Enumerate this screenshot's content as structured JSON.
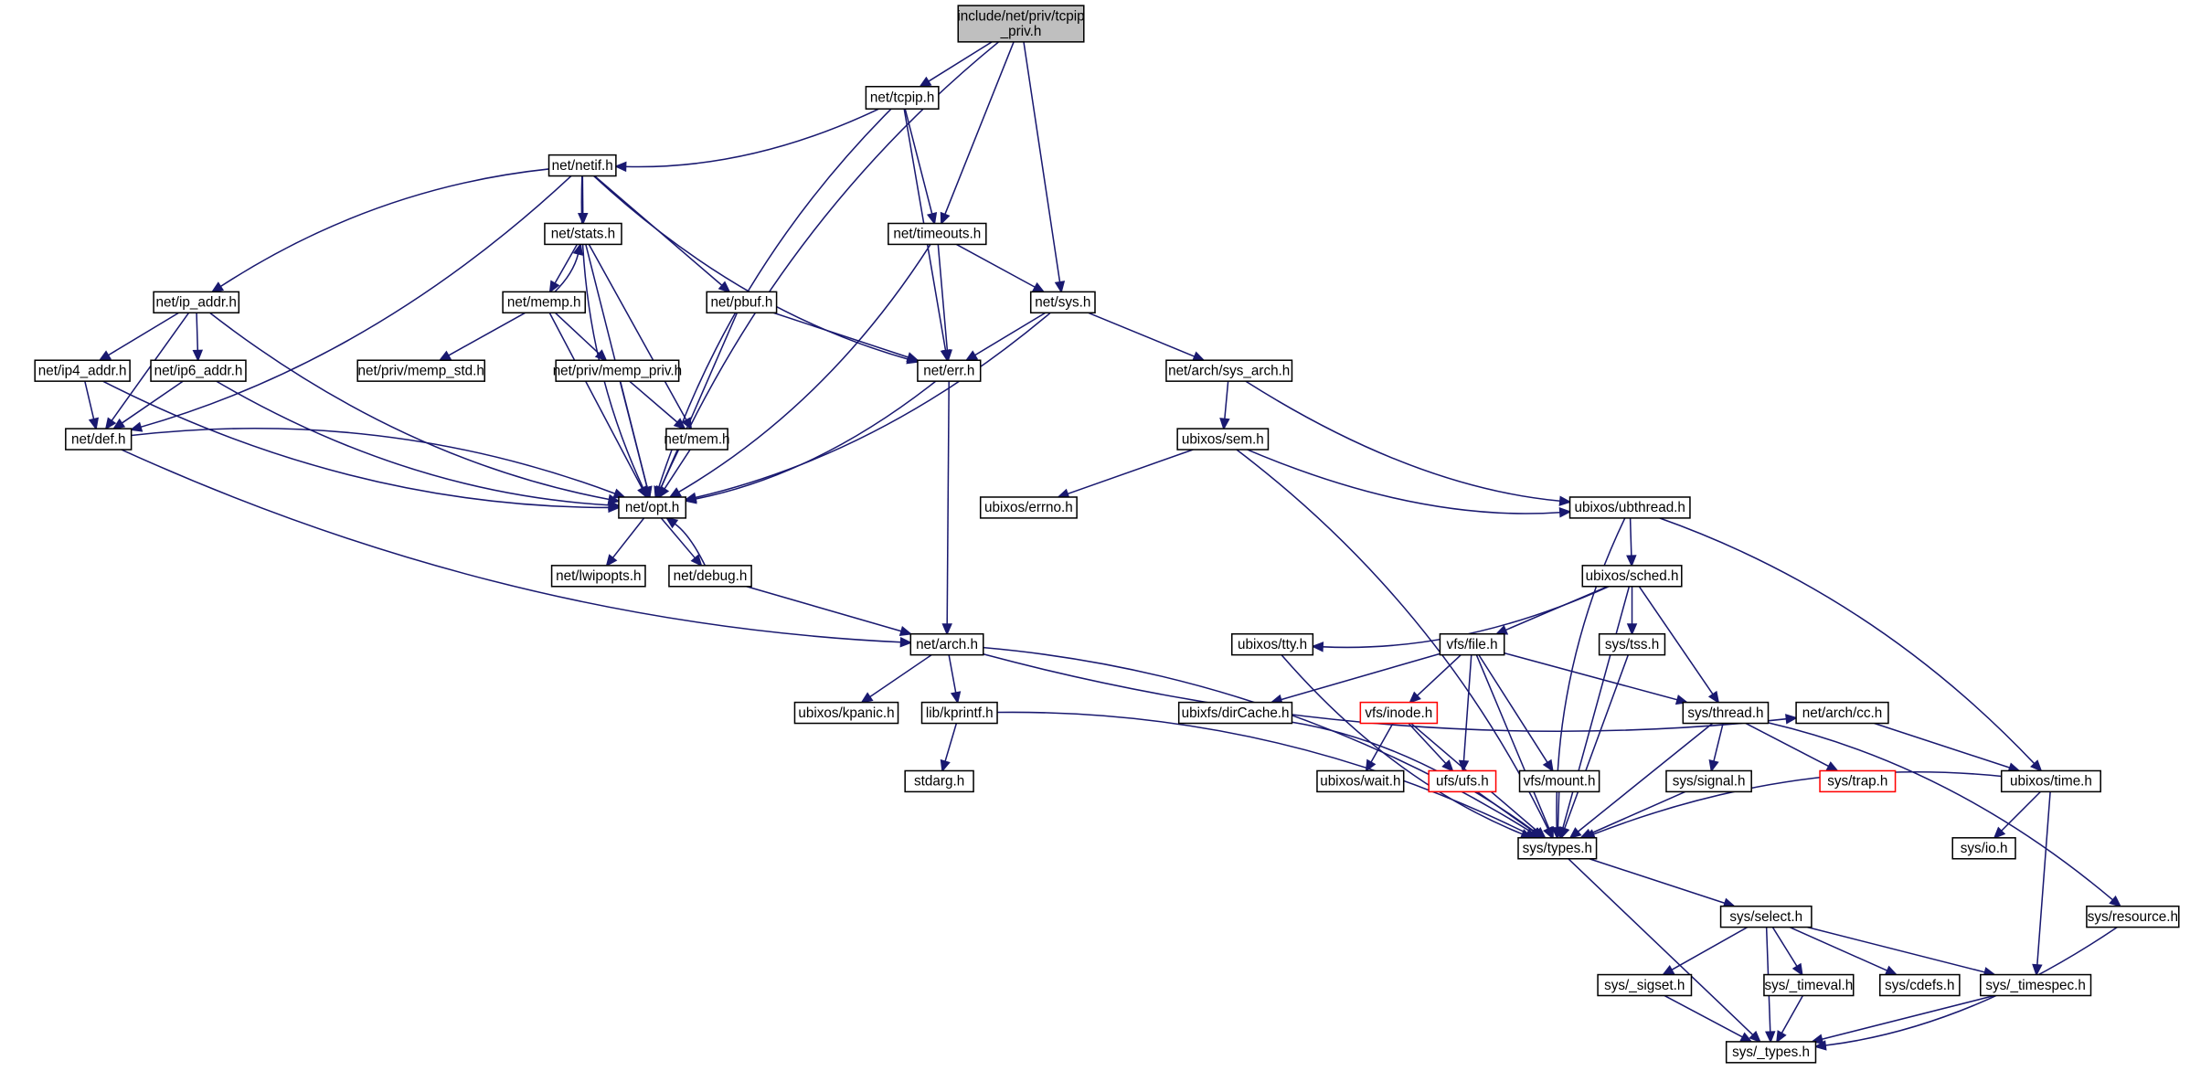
{
  "diagram": {
    "type": "include-dependency-graph",
    "colors": {
      "edge": "#191970",
      "root_fill": "#bfbfbf",
      "node_fill": "#ffffff",
      "node_border": "#000000",
      "missing_border": "#ff0000"
    },
    "nodes": [
      {
        "id": "root",
        "label_lines": [
          "include/net/priv/tcpip",
          "_priv.h"
        ],
        "kind": "root"
      },
      {
        "id": "tcpip",
        "label_lines": [
          "net/tcpip.h"
        ]
      },
      {
        "id": "netif",
        "label_lines": [
          "net/netif.h"
        ]
      },
      {
        "id": "stats",
        "label_lines": [
          "net/stats.h"
        ]
      },
      {
        "id": "timeouts",
        "label_lines": [
          "net/timeouts.h"
        ]
      },
      {
        "id": "ip_addr",
        "label_lines": [
          "net/ip_addr.h"
        ]
      },
      {
        "id": "memp",
        "label_lines": [
          "net/memp.h"
        ]
      },
      {
        "id": "pbuf",
        "label_lines": [
          "net/pbuf.h"
        ]
      },
      {
        "id": "sys",
        "label_lines": [
          "net/sys.h"
        ]
      },
      {
        "id": "ip4_addr",
        "label_lines": [
          "net/ip4_addr.h"
        ]
      },
      {
        "id": "ip6_addr",
        "label_lines": [
          "net/ip6_addr.h"
        ]
      },
      {
        "id": "memp_std",
        "label_lines": [
          "net/priv/memp_std.h"
        ]
      },
      {
        "id": "memp_priv",
        "label_lines": [
          "net/priv/memp_priv.h"
        ]
      },
      {
        "id": "err",
        "label_lines": [
          "net/err.h"
        ]
      },
      {
        "id": "sys_arch",
        "label_lines": [
          "net/arch/sys_arch.h"
        ]
      },
      {
        "id": "def",
        "label_lines": [
          "net/def.h"
        ]
      },
      {
        "id": "mem",
        "label_lines": [
          "net/mem.h"
        ]
      },
      {
        "id": "sem",
        "label_lines": [
          "ubixos/sem.h"
        ]
      },
      {
        "id": "opt",
        "label_lines": [
          "net/opt.h"
        ]
      },
      {
        "id": "errno",
        "label_lines": [
          "ubixos/errno.h"
        ]
      },
      {
        "id": "ubthread",
        "label_lines": [
          "ubixos/ubthread.h"
        ]
      },
      {
        "id": "lwipopts",
        "label_lines": [
          "net/lwipopts.h"
        ]
      },
      {
        "id": "debug",
        "label_lines": [
          "net/debug.h"
        ]
      },
      {
        "id": "sched",
        "label_lines": [
          "ubixos/sched.h"
        ]
      },
      {
        "id": "arch",
        "label_lines": [
          "net/arch.h"
        ]
      },
      {
        "id": "tty",
        "label_lines": [
          "ubixos/tty.h"
        ]
      },
      {
        "id": "file",
        "label_lines": [
          "vfs/file.h"
        ]
      },
      {
        "id": "tss",
        "label_lines": [
          "sys/tss.h"
        ]
      },
      {
        "id": "kpanic",
        "label_lines": [
          "ubixos/kpanic.h"
        ]
      },
      {
        "id": "kprintf",
        "label_lines": [
          "lib/kprintf.h"
        ]
      },
      {
        "id": "dirCache",
        "label_lines": [
          "ubixfs/dirCache.h"
        ]
      },
      {
        "id": "inode",
        "label_lines": [
          "vfs/inode.h"
        ],
        "kind": "missing"
      },
      {
        "id": "thread",
        "label_lines": [
          "sys/thread.h"
        ]
      },
      {
        "id": "cc",
        "label_lines": [
          "net/arch/cc.h"
        ]
      },
      {
        "id": "stdarg",
        "label_lines": [
          "stdarg.h"
        ]
      },
      {
        "id": "wait",
        "label_lines": [
          "ubixos/wait.h"
        ]
      },
      {
        "id": "ufs",
        "label_lines": [
          "ufs/ufs.h"
        ],
        "kind": "missing"
      },
      {
        "id": "mount",
        "label_lines": [
          "vfs/mount.h"
        ]
      },
      {
        "id": "signal",
        "label_lines": [
          "sys/signal.h"
        ]
      },
      {
        "id": "trap",
        "label_lines": [
          "sys/trap.h"
        ],
        "kind": "missing"
      },
      {
        "id": "time",
        "label_lines": [
          "ubixos/time.h"
        ]
      },
      {
        "id": "types",
        "label_lines": [
          "sys/types.h"
        ]
      },
      {
        "id": "io",
        "label_lines": [
          "sys/io.h"
        ]
      },
      {
        "id": "select",
        "label_lines": [
          "sys/select.h"
        ]
      },
      {
        "id": "resource",
        "label_lines": [
          "sys/resource.h"
        ]
      },
      {
        "id": "sigset",
        "label_lines": [
          "sys/_sigset.h"
        ]
      },
      {
        "id": "timeval",
        "label_lines": [
          "sys/_timeval.h"
        ]
      },
      {
        "id": "cdefs",
        "label_lines": [
          "sys/cdefs.h"
        ]
      },
      {
        "id": "timespec",
        "label_lines": [
          "sys/_timespec.h"
        ]
      },
      {
        "id": "_types",
        "label_lines": [
          "sys/_types.h"
        ]
      }
    ],
    "edges": [
      [
        "root",
        "tcpip"
      ],
      [
        "root",
        "timeouts"
      ],
      [
        "root",
        "sys"
      ],
      [
        "root",
        "opt"
      ],
      [
        "tcpip",
        "netif"
      ],
      [
        "tcpip",
        "timeouts"
      ],
      [
        "tcpip",
        "err"
      ],
      [
        "tcpip",
        "opt"
      ],
      [
        "netif",
        "stats"
      ],
      [
        "netif",
        "ip_addr"
      ],
      [
        "netif",
        "pbuf"
      ],
      [
        "netif",
        "err"
      ],
      [
        "netif",
        "def"
      ],
      [
        "netif",
        "opt"
      ],
      [
        "stats",
        "memp"
      ],
      [
        "stats",
        "mem"
      ],
      [
        "stats",
        "opt"
      ],
      [
        "memp",
        "stats"
      ],
      [
        "memp",
        "memp_std"
      ],
      [
        "memp",
        "memp_priv"
      ],
      [
        "memp",
        "opt"
      ],
      [
        "memp_priv",
        "mem"
      ],
      [
        "memp_priv",
        "opt"
      ],
      [
        "mem",
        "opt"
      ],
      [
        "pbuf",
        "err"
      ],
      [
        "pbuf",
        "opt"
      ],
      [
        "ip_addr",
        "ip4_addr"
      ],
      [
        "ip_addr",
        "ip6_addr"
      ],
      [
        "ip_addr",
        "def"
      ],
      [
        "ip_addr",
        "opt"
      ],
      [
        "ip4_addr",
        "def"
      ],
      [
        "ip4_addr",
        "opt"
      ],
      [
        "ip6_addr",
        "def"
      ],
      [
        "ip6_addr",
        "opt"
      ],
      [
        "def",
        "opt"
      ],
      [
        "def",
        "arch"
      ],
      [
        "timeouts",
        "err"
      ],
      [
        "timeouts",
        "sys"
      ],
      [
        "timeouts",
        "opt"
      ],
      [
        "sys",
        "err"
      ],
      [
        "sys",
        "opt"
      ],
      [
        "sys",
        "sys_arch"
      ],
      [
        "err",
        "opt"
      ],
      [
        "err",
        "arch"
      ],
      [
        "opt",
        "lwipopts"
      ],
      [
        "opt",
        "debug"
      ],
      [
        "debug",
        "opt"
      ],
      [
        "debug",
        "arch"
      ],
      [
        "sys_arch",
        "sem"
      ],
      [
        "sys_arch",
        "ubthread"
      ],
      [
        "sem",
        "errno"
      ],
      [
        "sem",
        "ubthread"
      ],
      [
        "sem",
        "types"
      ],
      [
        "ubthread",
        "sched"
      ],
      [
        "ubthread",
        "time"
      ],
      [
        "ubthread",
        "types"
      ],
      [
        "sched",
        "tty"
      ],
      [
        "sched",
        "file"
      ],
      [
        "sched",
        "tss"
      ],
      [
        "sched",
        "thread"
      ],
      [
        "sched",
        "types"
      ],
      [
        "arch",
        "kpanic"
      ],
      [
        "arch",
        "kprintf"
      ],
      [
        "arch",
        "cc"
      ],
      [
        "arch",
        "types"
      ],
      [
        "kprintf",
        "stdarg"
      ],
      [
        "kprintf",
        "types"
      ],
      [
        "tty",
        "types"
      ],
      [
        "file",
        "dirCache"
      ],
      [
        "file",
        "inode"
      ],
      [
        "file",
        "ufs"
      ],
      [
        "file",
        "mount"
      ],
      [
        "file",
        "thread"
      ],
      [
        "file",
        "types"
      ],
      [
        "dirCache",
        "types"
      ],
      [
        "inode",
        "wait"
      ],
      [
        "inode",
        "ufs"
      ],
      [
        "inode",
        "types"
      ],
      [
        "ufs",
        "types"
      ],
      [
        "mount",
        "types"
      ],
      [
        "tss",
        "types"
      ],
      [
        "thread",
        "signal"
      ],
      [
        "thread",
        "trap"
      ],
      [
        "thread",
        "types"
      ],
      [
        "thread",
        "resource"
      ],
      [
        "signal",
        "types"
      ],
      [
        "cc",
        "time"
      ],
      [
        "time",
        "io"
      ],
      [
        "time",
        "timespec"
      ],
      [
        "time",
        "types"
      ],
      [
        "types",
        "select"
      ],
      [
        "types",
        "_types"
      ],
      [
        "select",
        "sigset"
      ],
      [
        "select",
        "timeval"
      ],
      [
        "select",
        "cdefs"
      ],
      [
        "select",
        "timespec"
      ],
      [
        "select",
        "_types"
      ],
      [
        "sigset",
        "_types"
      ],
      [
        "timeval",
        "_types"
      ],
      [
        "timespec",
        "_types"
      ],
      [
        "resource",
        "_types"
      ]
    ]
  }
}
